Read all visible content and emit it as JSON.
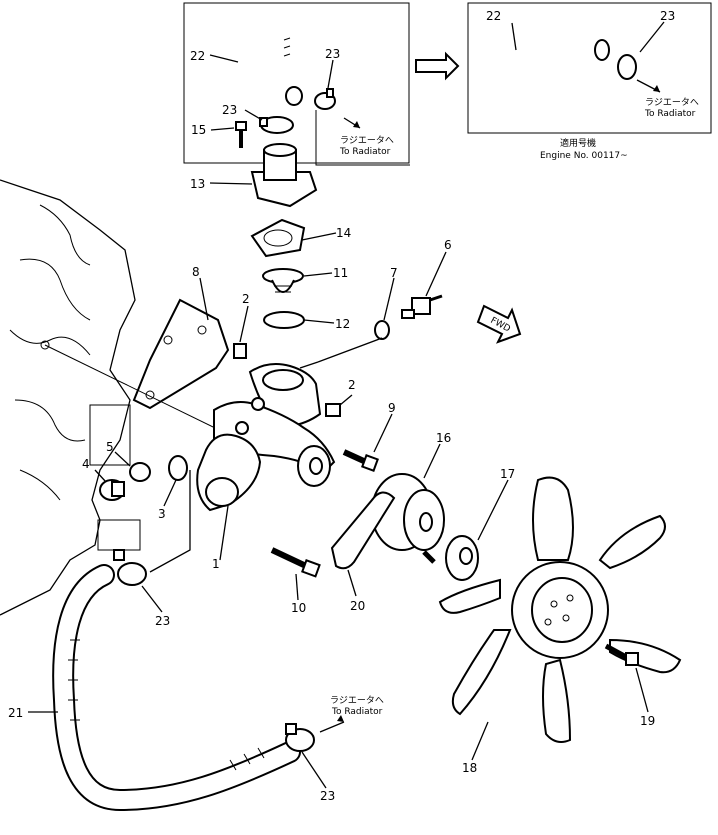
{
  "callouts": [
    {
      "id": "c22a",
      "text": "22"
    },
    {
      "id": "c23a",
      "text": "23"
    },
    {
      "id": "c23b",
      "text": "23"
    },
    {
      "id": "c15",
      "text": "15"
    },
    {
      "id": "c13",
      "text": "13"
    },
    {
      "id": "c22b",
      "text": "22"
    },
    {
      "id": "c23c",
      "text": "23"
    },
    {
      "id": "c14",
      "text": "14"
    },
    {
      "id": "c11",
      "text": "11"
    },
    {
      "id": "c12",
      "text": "12"
    },
    {
      "id": "c8",
      "text": "8"
    },
    {
      "id": "c2a",
      "text": "2"
    },
    {
      "id": "c7",
      "text": "7"
    },
    {
      "id": "c6",
      "text": "6"
    },
    {
      "id": "c2b",
      "text": "2"
    },
    {
      "id": "c9",
      "text": "9"
    },
    {
      "id": "c16",
      "text": "16"
    },
    {
      "id": "c5",
      "text": "5"
    },
    {
      "id": "c4",
      "text": "4"
    },
    {
      "id": "c3",
      "text": "3"
    },
    {
      "id": "c17",
      "text": "17"
    },
    {
      "id": "c1",
      "text": "1"
    },
    {
      "id": "c10",
      "text": "10"
    },
    {
      "id": "c20",
      "text": "20"
    },
    {
      "id": "c23d",
      "text": "23"
    },
    {
      "id": "c19",
      "text": "19"
    },
    {
      "id": "c21",
      "text": "21"
    },
    {
      "id": "c23e",
      "text": "23"
    },
    {
      "id": "c18",
      "text": "18"
    }
  ],
  "notes": {
    "radiator_top_jp": "ラジエータへ",
    "radiator_top_en": "To Radiator",
    "radiator_inset_jp": "ラジエータへ",
    "radiator_inset_en": "To Radiator",
    "radiator_bottom_jp": "ラジエータへ",
    "radiator_bottom_en": "To Radiator",
    "applicable_jp": "適用号機",
    "applicable_en": "Engine No. 00117~",
    "fwd": "FWD"
  }
}
